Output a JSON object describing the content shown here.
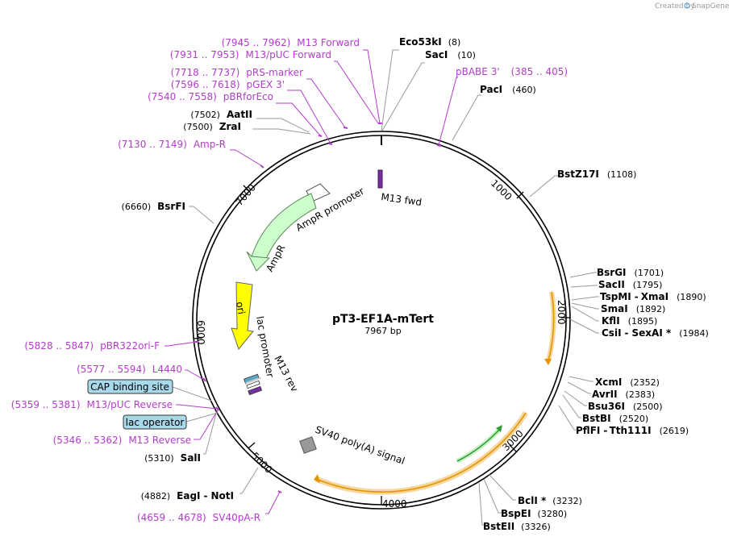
{
  "credit": "Created by",
  "brand": "SnapGene",
  "plasmid": {
    "name": "pT3-EF1A-mTert",
    "length_label": "7967 bp"
  },
  "ticks": [
    "1000",
    "2000",
    "3000",
    "4000",
    "5000",
    "6000",
    "7000"
  ],
  "sites_right": [
    {
      "name": "Eco53kI",
      "pos": "(8)"
    },
    {
      "name": "SacI",
      "pos": "(10)"
    },
    {
      "name": "PacI",
      "pos": "(460)"
    },
    {
      "name": "BstZ17I",
      "pos": "(1108)"
    },
    {
      "name": "BsrGI",
      "pos": "(1701)"
    },
    {
      "name": "SacII",
      "pos": "(1795)"
    },
    {
      "name": "TspMI",
      "name2": "XmaI",
      "pos": "(1890)"
    },
    {
      "name": "SmaI",
      "pos": "(1892)"
    },
    {
      "name": "KflI",
      "pos": "(1895)"
    },
    {
      "name": "CsiI",
      "name2": "SexAI *",
      "pos": "(1984)"
    },
    {
      "name": "XcmI",
      "pos": "(2352)"
    },
    {
      "name": "AvrII",
      "pos": "(2383)"
    },
    {
      "name": "Bsu36I",
      "pos": "(2500)"
    },
    {
      "name": "BstBI",
      "pos": "(2520)"
    },
    {
      "name": "PflFI",
      "name2": "Tth111I",
      "pos": "(2619)"
    },
    {
      "name": "BclI *",
      "pos": "(3232)"
    },
    {
      "name": "BspEI",
      "pos": "(3280)"
    },
    {
      "name": "BstEII",
      "pos": "(3326)"
    }
  ],
  "sites_left": [
    {
      "name": "AatII",
      "pos": "(7502)"
    },
    {
      "name": "ZraI",
      "pos": "(7500)"
    },
    {
      "name": "BsrFI",
      "pos": "(6660)"
    },
    {
      "name": "SalI",
      "pos": "(5310)"
    },
    {
      "name": "EagI",
      "name2": "NotI",
      "pos": "(4882)"
    }
  ],
  "primers": [
    {
      "range": "(7945 .. 7962)",
      "name": "M13 Forward"
    },
    {
      "range": "(7931 .. 7953)",
      "name": "M13/pUC Forward"
    },
    {
      "range": "(7718 .. 7737)",
      "name": "pRS-marker"
    },
    {
      "range": "(7596 .. 7618)",
      "name": "pGEX 3'"
    },
    {
      "range": "(7540 .. 7558)",
      "name": "pBRforEco"
    },
    {
      "range": "(7130 .. 7149)",
      "name": "Amp-R"
    },
    {
      "range": "(5828 .. 5847)",
      "name": "pBR322ori-F"
    },
    {
      "range": "(5577 .. 5594)",
      "name": "L4440"
    },
    {
      "range": "(5359 .. 5381)",
      "name": "M13/pUC Reverse"
    },
    {
      "range": "(5346 .. 5362)",
      "name": "M13 Reverse"
    },
    {
      "range": "(4659 .. 4678)",
      "name": "SV40pA-R"
    },
    {
      "range": "(385 .. 405)",
      "name": "pBABE 3'"
    }
  ],
  "boxes": {
    "cap": "CAP binding site",
    "lac_op": "lac operator"
  },
  "features": {
    "m13fwd": "M13 fwd",
    "ampr_promoter": "AmpR promoter",
    "ampr": "AmpR",
    "ori": "ori",
    "lac_promoter": "lac promoter",
    "m13rev": "M13 rev",
    "sv40": "SV40 poly(A) signal"
  },
  "colors": {
    "primer": "#b43ccc",
    "ampr_fill": "#ccffcc",
    "ori_fill": "#ffff00",
    "orf_orange": "#e69500",
    "orf_green": "#2e9e2e",
    "box_fill": "#a8d8ea"
  }
}
